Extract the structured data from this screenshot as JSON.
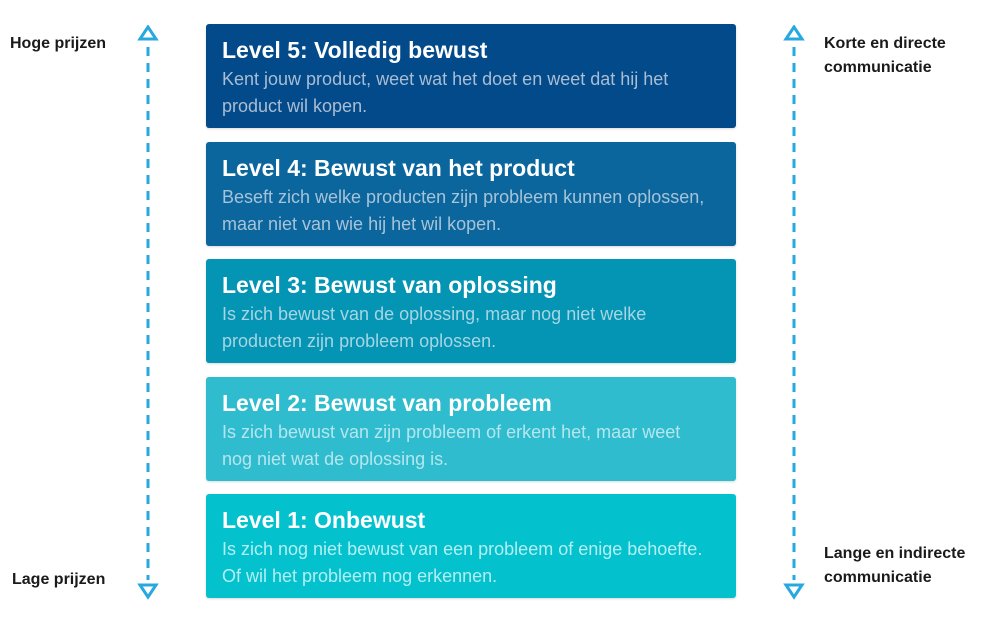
{
  "left_axis": {
    "top_label": "Hoge prijzen",
    "bottom_label": "Lage prijzen"
  },
  "right_axis": {
    "top_label": "Korte en directe communicatie",
    "bottom_label": "Lange en indirecte communicatie"
  },
  "levels": [
    {
      "title": "Level 5: Volledig bewust",
      "description": "Kent jouw product, weet wat het doet en weet dat hij het product wil kopen.",
      "color": "#034a8a",
      "text_color": "#a9bdd3"
    },
    {
      "title": "Level 4: Bewust van het product",
      "description": "Beseft zich welke producten zijn probleem kunnen oplossen, maar niet van wie hij het wil kopen.",
      "color": "#0a669d",
      "text_color": "#a7c3d8"
    },
    {
      "title": "Level 3: Bewust van oplossing",
      "description": "Is zich bewust van de oplossing, maar nog niet welke producten zijn probleem oplossen.",
      "color": "#0494b4",
      "text_color": "#a6d5e3"
    },
    {
      "title": "Level 2: Bewust van probleem",
      "description": "Is zich bewust van zijn probleem of erkent het, maar weet nog niet wat de oplossing is.",
      "color": "#2fbcce",
      "text_color": "#b5e6ee"
    },
    {
      "title": "Level 1: Onbewust",
      "description": "Is zich nog niet bewust van een probleem of enige behoefte. Of wil het probleem nog erkennen.",
      "color": "#03c2ce",
      "text_color": "#b3eef2"
    }
  ],
  "arrow_color": "#27a8e0"
}
